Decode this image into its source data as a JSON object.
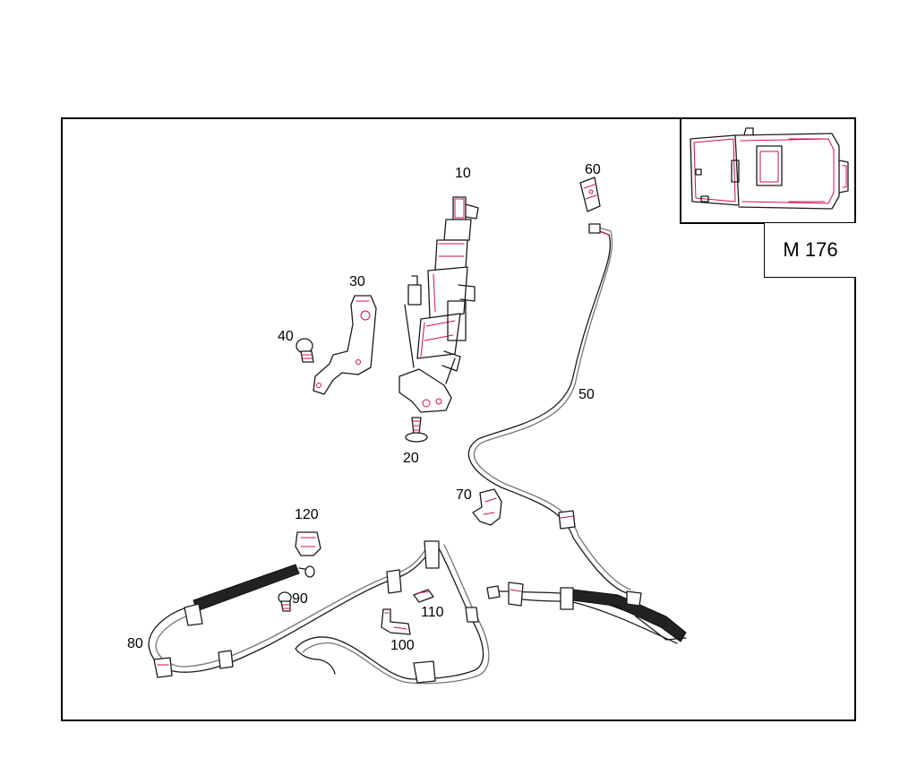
{
  "diagram": {
    "model_code": "M 176",
    "callouts": [
      {
        "id": "c10",
        "label": "10"
      },
      {
        "id": "c20",
        "label": "20"
      },
      {
        "id": "c30",
        "label": "30"
      },
      {
        "id": "c40",
        "label": "40"
      },
      {
        "id": "c50",
        "label": "50"
      },
      {
        "id": "c60",
        "label": "60"
      },
      {
        "id": "c70",
        "label": "70"
      },
      {
        "id": "c80",
        "label": "80"
      },
      {
        "id": "c90",
        "label": "90"
      },
      {
        "id": "c100",
        "label": "100"
      },
      {
        "id": "c110",
        "label": "110"
      },
      {
        "id": "c120",
        "label": "120"
      }
    ]
  },
  "colors": {
    "line": "#1a1a1a",
    "accent": "#d0114a",
    "frame": "#000000"
  }
}
